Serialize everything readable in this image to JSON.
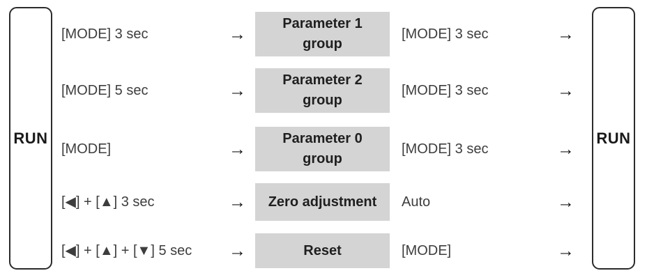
{
  "colors": {
    "state_box_bg": "#d4d4d4",
    "outline": "#2b2b2b",
    "text": "#3d3d3d"
  },
  "left_panel": {
    "label": "RUN"
  },
  "right_panel": {
    "label": "RUN"
  },
  "arrow_glyph": "→",
  "rows": [
    {
      "trigger": "[MODE] 3 sec",
      "state": "Parameter 1\ngroup",
      "exit": "[MODE] 3 sec"
    },
    {
      "trigger": "[MODE] 5 sec",
      "state": "Parameter 2\ngroup",
      "exit": "[MODE] 3 sec"
    },
    {
      "trigger": "[MODE]",
      "state": "Parameter 0\ngroup",
      "exit": "[MODE] 3 sec"
    },
    {
      "trigger": "[◀] + [▲] 3 sec",
      "state": "Zero adjustment",
      "exit": "Auto"
    },
    {
      "trigger": "[◀] + [▲] + [▼] 5 sec",
      "state": "Reset",
      "exit": "[MODE]"
    }
  ]
}
